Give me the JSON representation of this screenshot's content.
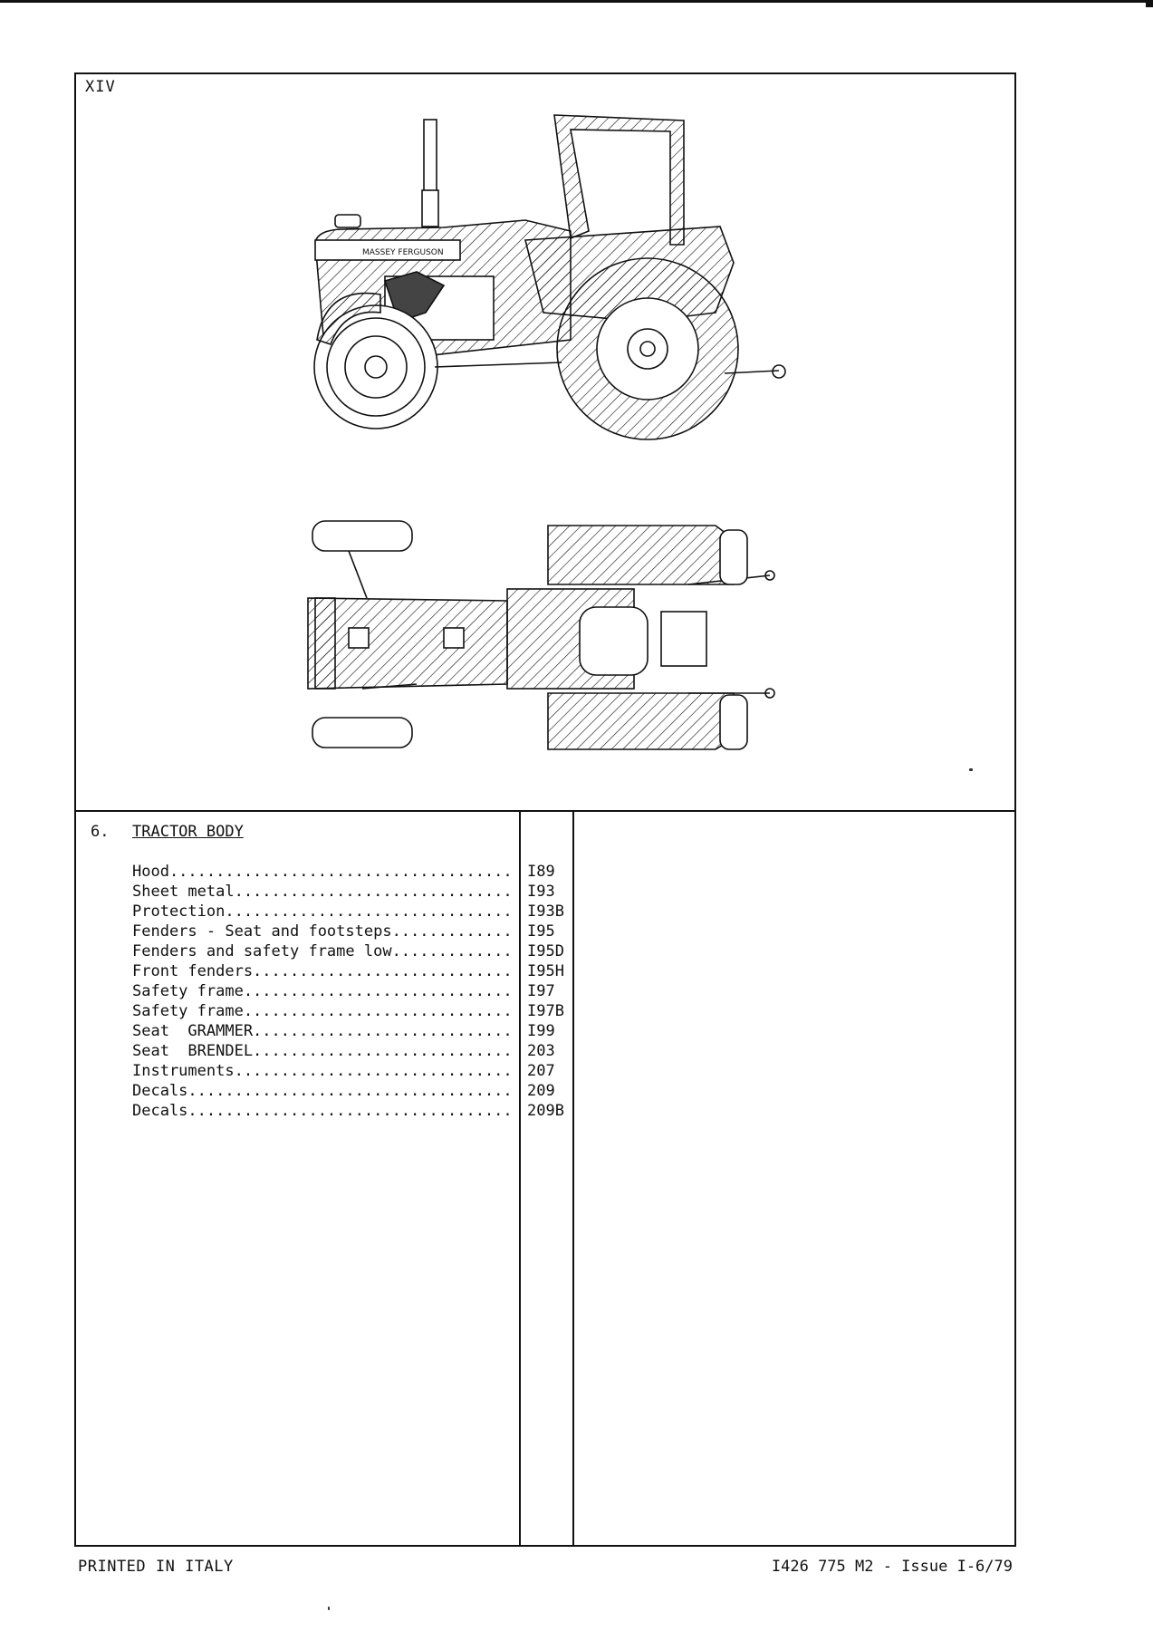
{
  "page_label": "XIV",
  "section": {
    "number": "6.",
    "title": "TRACTOR BODY"
  },
  "items": [
    {
      "label": "Hood",
      "ref": "I89"
    },
    {
      "label": "Sheet metal",
      "ref": "I93"
    },
    {
      "label": "Protection",
      "ref": "I93B"
    },
    {
      "label": "Fenders - Seat and footsteps",
      "ref": "I95"
    },
    {
      "label": "Fenders and safety frame low",
      "ref": "I95D"
    },
    {
      "label": "Front fenders",
      "ref": "I95H"
    },
    {
      "label": "Safety frame",
      "ref": "I97"
    },
    {
      "label": "Safety frame",
      "ref": "I97B"
    },
    {
      "label": "Seat  GRAMMER",
      "ref": "I99"
    },
    {
      "label": "Seat  BRENDEL",
      "ref": "203"
    },
    {
      "label": "Instruments",
      "ref": "207"
    },
    {
      "label": "Decals",
      "ref": "209"
    },
    {
      "label": "Decals",
      "ref": "209B"
    }
  ],
  "footer": {
    "left": "PRINTED IN ITALY",
    "right": "I426 775 M2 - Issue I-6/79"
  },
  "illustration": {
    "side_view": "tractor-side-view",
    "top_view": "tractor-top-view"
  }
}
